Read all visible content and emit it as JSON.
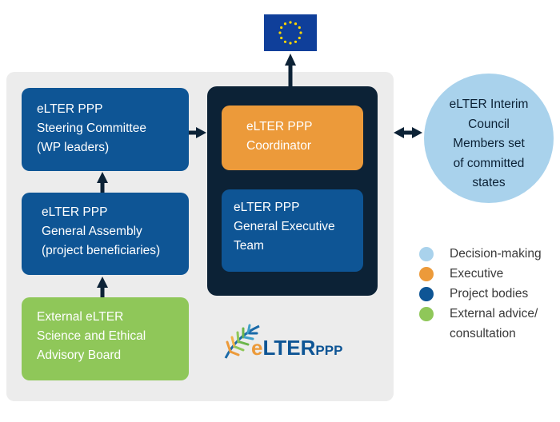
{
  "boxes": {
    "steering": [
      "eLTER PPP",
      "Steering Committee",
      "(WP leaders)"
    ],
    "assembly": [
      "eLTER PPP",
      "General Assembly",
      "(project beneficiaries)"
    ],
    "advisory": [
      "External eLTER",
      "Science and Ethical",
      "Advisory Board"
    ],
    "coordinator": [
      "eLTER PPP",
      "Coordinator"
    ],
    "executive": [
      "eLTER PPP",
      "General Executive",
      "Team"
    ],
    "council": [
      "eLTER Interim",
      "Council",
      "Members set",
      "of committed",
      "states"
    ]
  },
  "legend": [
    {
      "label": "Decision-making",
      "color": "#a9d2ec"
    },
    {
      "label": "Executive",
      "color": "#ec9a3a"
    },
    {
      "label": "Project bodies",
      "color": "#0e5595"
    },
    {
      "label": "External advice/",
      "label2": "consultation",
      "color": "#8fc759"
    }
  ],
  "logo": {
    "e": "e",
    "lter": "LTER",
    "ppp": "PPP"
  },
  "colors": {
    "decision": "#a9d2ec",
    "executive": "#ec9a3a",
    "project": "#0e5595",
    "external": "#8fc759",
    "dark": "#0c2236",
    "eu_blue": "#0f3f9a",
    "eu_star": "#ffd700"
  },
  "icons": {
    "flag": "eu-flag-icon",
    "logo": "elter-ppp-logo"
  }
}
